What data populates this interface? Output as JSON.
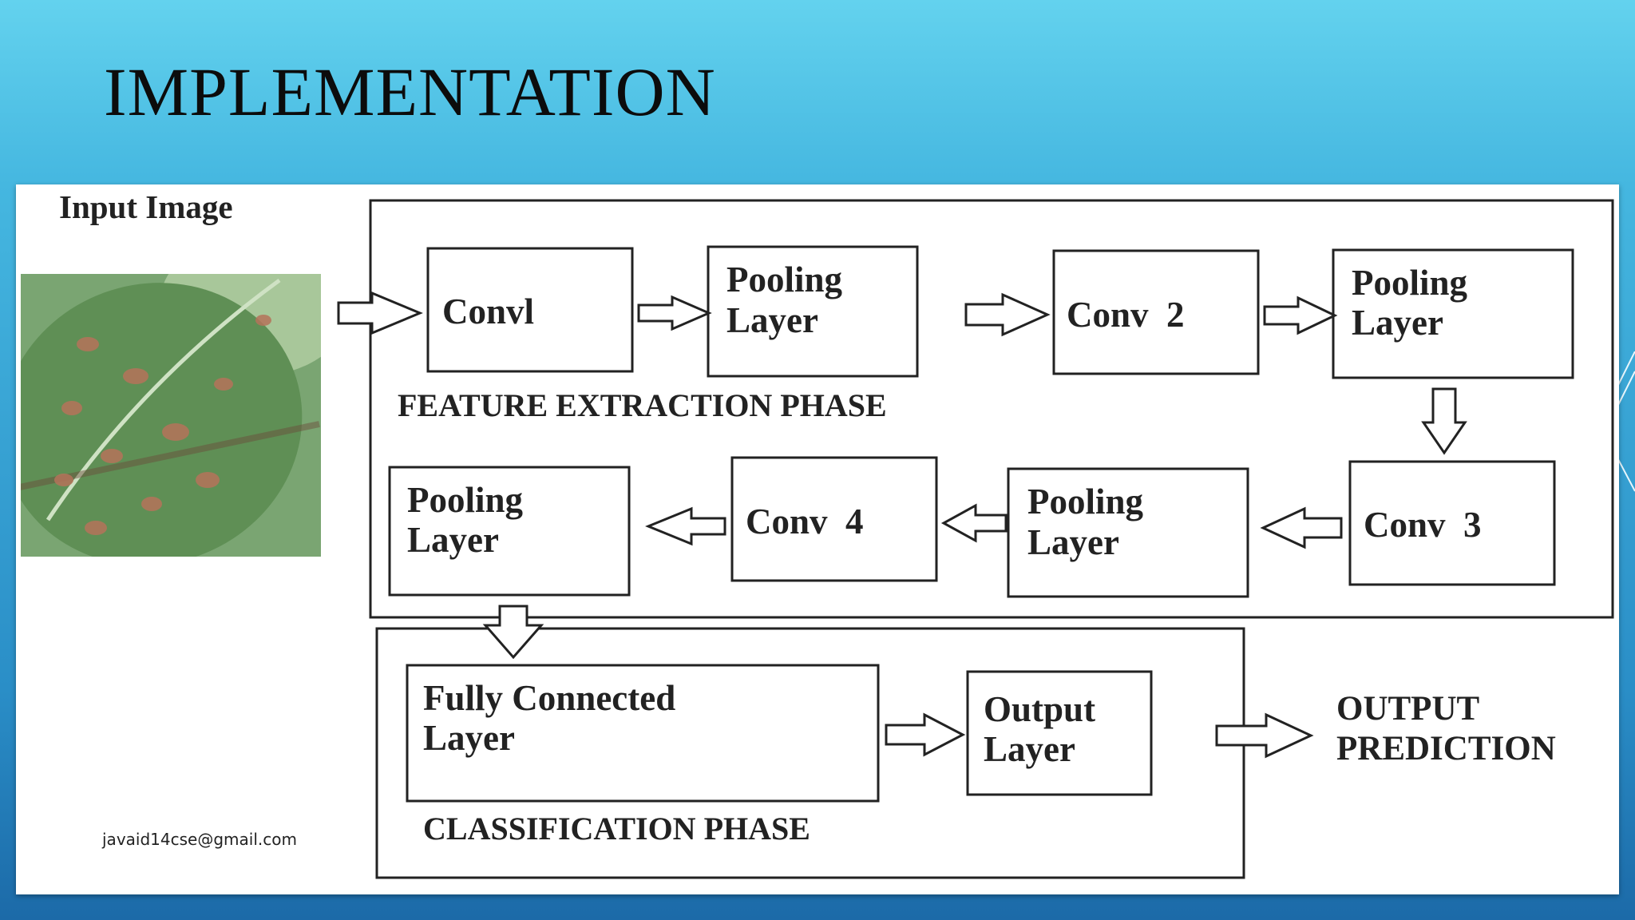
{
  "slide": {
    "title": "IMPLEMENTATION",
    "email": "javaid14cse@gmail.com"
  },
  "diagram": {
    "input_label": "Input Image",
    "feature_phase_label": "FEATURE EXTRACTION PHASE",
    "classification_phase_label": "CLASSIFICATION PHASE",
    "conv1": "Convl",
    "pool1_line1": "Pooling",
    "pool1_line2": "Layer",
    "conv2": "Conv  2",
    "pool2_line1": "Pooling",
    "pool2_line2": "Layer",
    "conv3": "Conv  3",
    "pool3_line1": "Pooling",
    "pool3_line2": "Layer",
    "conv4": "Conv  4",
    "pool4_line1": "Pooling",
    "pool4_line2": "Layer",
    "fc_line1": "Fully Connected",
    "fc_line2": "Layer",
    "out_line1": "Output",
    "out_line2": "Layer",
    "pred_line1": "OUTPUT",
    "pred_line2": "PREDICTION"
  },
  "colors": {
    "background_top": "#63d2ee",
    "background_bottom": "#1c6aa8",
    "panel": "#ffffff",
    "leaf_green": "#6f9a63",
    "leaf_spot": "#b5735a"
  }
}
